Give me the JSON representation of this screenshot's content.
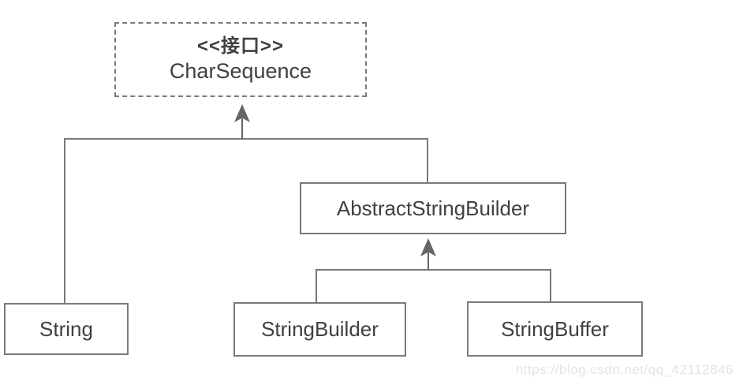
{
  "diagram": {
    "title_hint": "Java String class hierarchy",
    "interface_box": {
      "stereotype": "<<接口>>",
      "name": "CharSequence"
    },
    "classes": [
      {
        "id": "abstract-string-builder",
        "name": "AbstractStringBuilder"
      },
      {
        "id": "string",
        "name": "String"
      },
      {
        "id": "string-builder",
        "name": "StringBuilder"
      },
      {
        "id": "string-buffer",
        "name": "StringBuffer"
      }
    ],
    "relations": [
      {
        "from": "String",
        "to": "CharSequence",
        "style": "upward-arrow"
      },
      {
        "from": "AbstractStringBuilder",
        "to": "CharSequence",
        "style": "upward-arrow"
      },
      {
        "from": "StringBuilder",
        "to": "AbstractStringBuilder",
        "style": "upward-arrow"
      },
      {
        "from": "StringBuffer",
        "to": "AbstractStringBuilder",
        "style": "upward-arrow"
      }
    ],
    "colors": {
      "line": "#7a7a7a",
      "arrow": "#666666",
      "text": "#404040",
      "watermark": "#e4e4e4",
      "background": "#ffffff"
    }
  },
  "watermark": {
    "text": "https://blog.csdn.net/qq_42112846"
  }
}
